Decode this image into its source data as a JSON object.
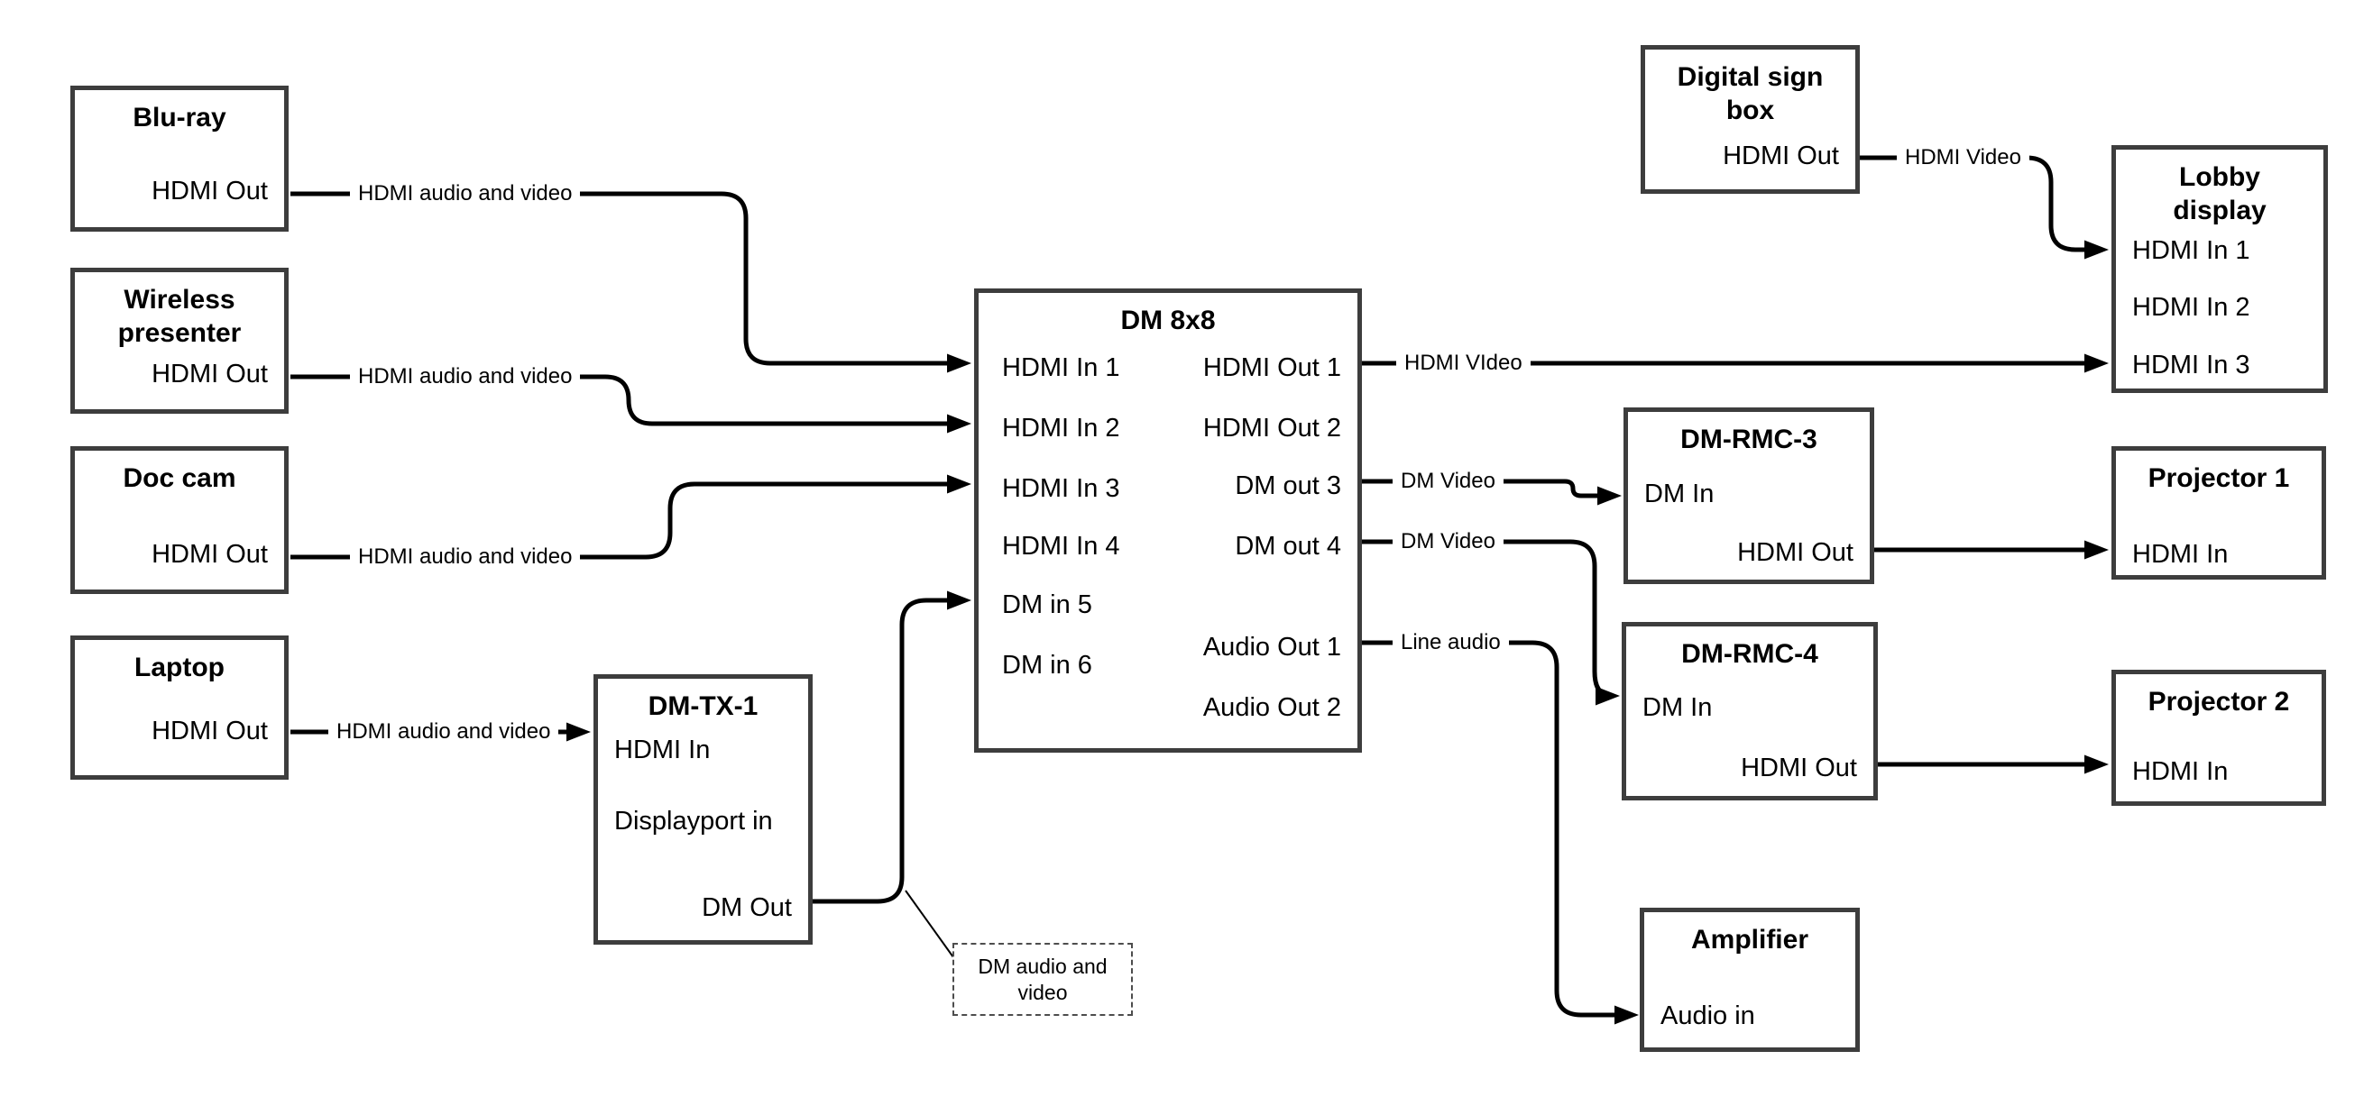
{
  "diagram": {
    "devices": {
      "bluray": {
        "title": "Blu-ray",
        "ports": {
          "hdmi_out": "HDMI Out"
        }
      },
      "wireless": {
        "title": "Wireless presenter",
        "ports": {
          "hdmi_out": "HDMI Out"
        }
      },
      "doccam": {
        "title": "Doc cam",
        "ports": {
          "hdmi_out": "HDMI Out"
        }
      },
      "laptop": {
        "title": "Laptop",
        "ports": {
          "hdmi_out": "HDMI Out"
        }
      },
      "dmtx1": {
        "title": "DM-TX-1",
        "ports": {
          "hdmi_in": "HDMI In",
          "displayport_in": "Displayport in",
          "dm_out": "DM Out"
        }
      },
      "dm8x8": {
        "title": "DM 8x8",
        "ports": {
          "hdmi_in_1": "HDMI In 1",
          "hdmi_in_2": "HDMI In 2",
          "hdmi_in_3": "HDMI In 3",
          "hdmi_in_4": "HDMI In 4",
          "dm_in_5": "DM in 5",
          "dm_in_6": "DM in 6",
          "hdmi_out_1": "HDMI Out 1",
          "hdmi_out_2": "HDMI Out 2",
          "dm_out_3": "DM out 3",
          "dm_out_4": "DM out 4",
          "audio_out_1": "Audio Out 1",
          "audio_out_2": "Audio Out 2"
        }
      },
      "digital_sign": {
        "title": "Digital sign box",
        "ports": {
          "hdmi_out": "HDMI Out"
        }
      },
      "lobby": {
        "title": "Lobby display",
        "ports": {
          "hdmi_in_1": "HDMI In 1",
          "hdmi_in_2": "HDMI In 2",
          "hdmi_in_3": "HDMI In 3"
        }
      },
      "dmrmc3": {
        "title": "DM-RMC-3",
        "ports": {
          "dm_in": "DM In",
          "hdmi_out": "HDMI Out"
        }
      },
      "projector1": {
        "title": "Projector 1",
        "ports": {
          "hdmi_in": "HDMI In"
        }
      },
      "dmrmc4": {
        "title": "DM-RMC-4",
        "ports": {
          "dm_in": "DM In",
          "hdmi_out": "HDMI Out"
        }
      },
      "projector2": {
        "title": "Projector 2",
        "ports": {
          "hdmi_in": "HDMI In"
        }
      },
      "amplifier": {
        "title": "Amplifier",
        "ports": {
          "audio_in": "Audio in"
        }
      }
    },
    "connection_labels": {
      "bluray_dm8x8": "HDMI audio and video",
      "wireless_dm8x8": "HDMI audio and video",
      "doccam_dm8x8": "HDMI audio and video",
      "laptop_dmtx1": "HDMI audio and video",
      "dm8x8_lobby": "HDMI VIdeo",
      "sign_lobby": "HDMI Video",
      "dmout3_rmc3": "DM Video",
      "dmout4_rmc4": "DM Video",
      "audioout1_amp": "Line audio"
    },
    "note": "DM audio and video",
    "colors": {
      "background": "#ffffff",
      "box_border": "#3d3d3d",
      "connector_line": "#000000",
      "note_border": "#4d4d4d",
      "text": "#000000"
    }
  }
}
